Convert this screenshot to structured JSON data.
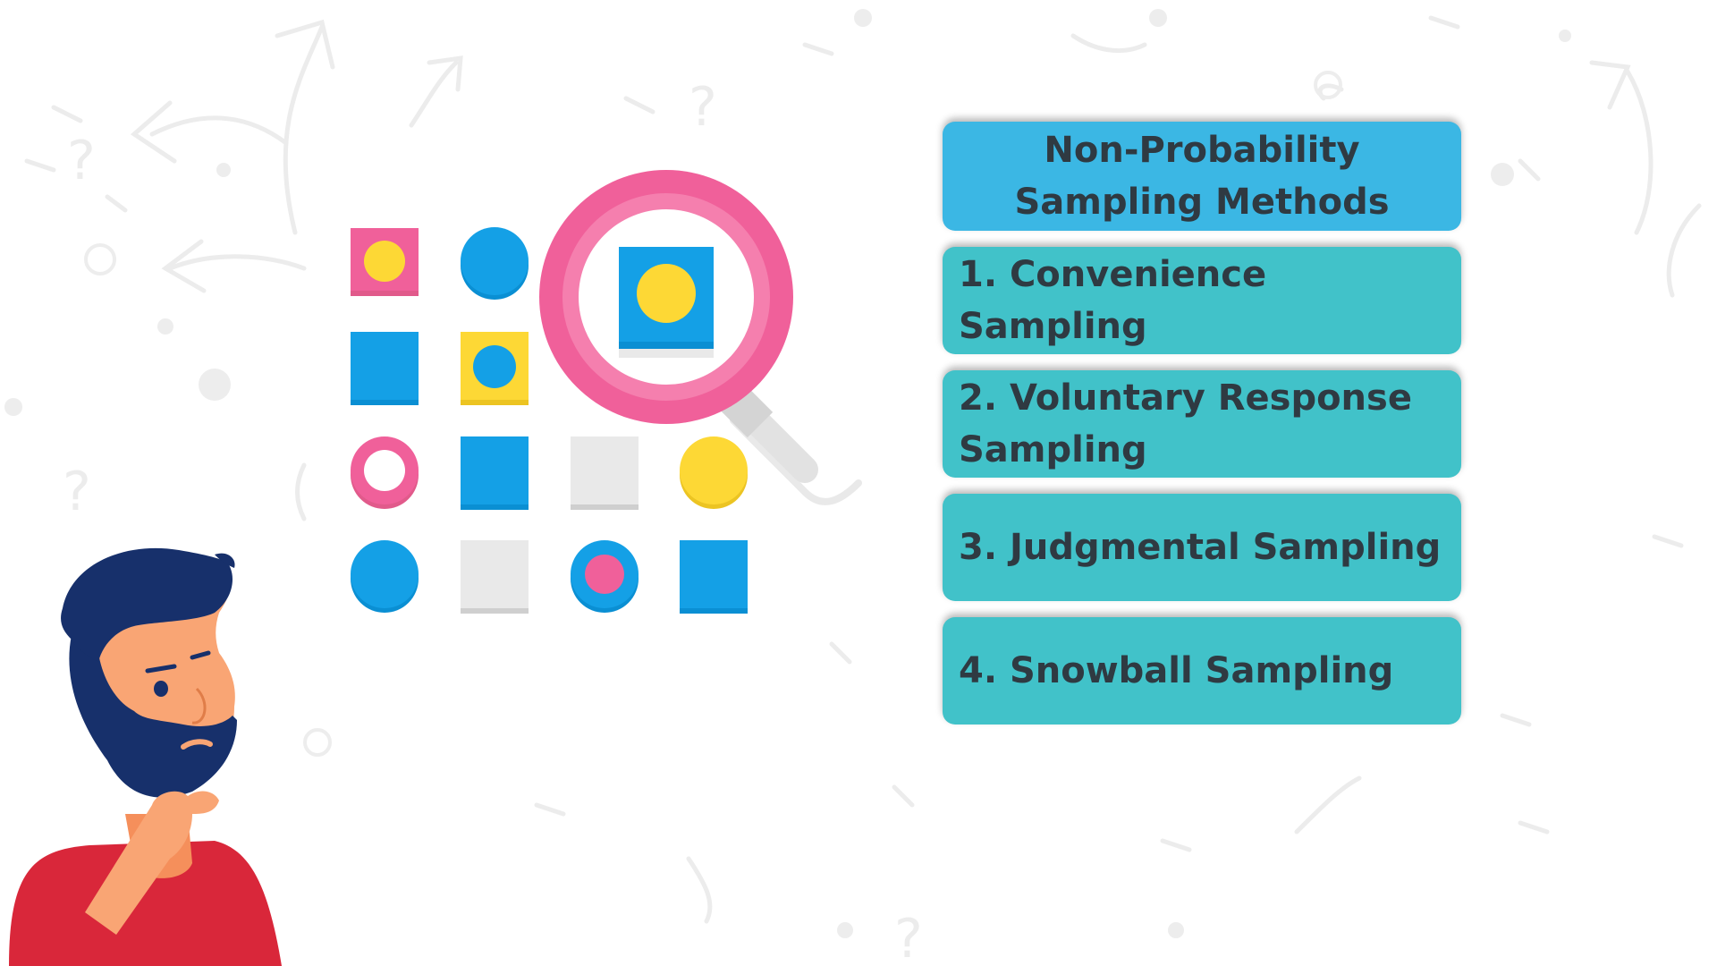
{
  "panel": {
    "title_line1": "Non-Probability",
    "title_line2": "Sampling Methods",
    "items": [
      {
        "line1": "1. Convenience Sampling",
        "line2": ""
      },
      {
        "line1": "2. Voluntary Response",
        "line2": "Sampling"
      },
      {
        "line1": "3. Judgmental Sampling",
        "line2": ""
      },
      {
        "line1": "4. Snowball Sampling",
        "line2": ""
      }
    ]
  },
  "colors": {
    "title_box": "#3bb7e4",
    "item_box": "#41c2c9",
    "text": "#2f3a42",
    "pink": "#f0609a",
    "blue": "#14a0e6",
    "yellow": "#fdd835",
    "grey": "#e9e9e9",
    "shirt": "#d9273a",
    "hair": "#17306b",
    "skin": "#f9a574"
  },
  "icons": [
    "magnifying-glass-icon",
    "thinking-person-illustration",
    "shape-grid"
  ]
}
